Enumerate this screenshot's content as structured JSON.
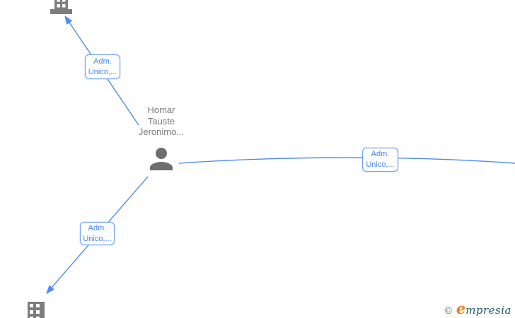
{
  "graph": {
    "person": {
      "name_line1": "Homar",
      "name_line2": "Tauste",
      "name_line3": "Jeronimo..."
    },
    "edge_labels": {
      "top": {
        "line1": "Adm.",
        "line2": "Unico,..."
      },
      "right": {
        "line1": "Adm.",
        "line2": "Unico,..."
      },
      "bottom": {
        "line1": "Adm.",
        "line2": "Unico,..."
      }
    },
    "nodes": {
      "company_top": "building-icon",
      "company_bottom": "building-icon",
      "person": "person-icon"
    }
  },
  "watermark": {
    "copyright": "©",
    "brand_first_letter": "e",
    "brand_rest": "mpresia"
  },
  "colors": {
    "edge_blue": "#4f8cee",
    "label_text_blue": "#4285f4",
    "label_border_blue": "#6ba1f8",
    "icon_gray": "#7d7d7d",
    "person_gray": "#6e6e6e",
    "name_text_gray": "#7b7b7b",
    "logo_orange": "#f08322",
    "logo_teal": "#1d5a70",
    "logo_copyright_teal": "#47808e"
  }
}
